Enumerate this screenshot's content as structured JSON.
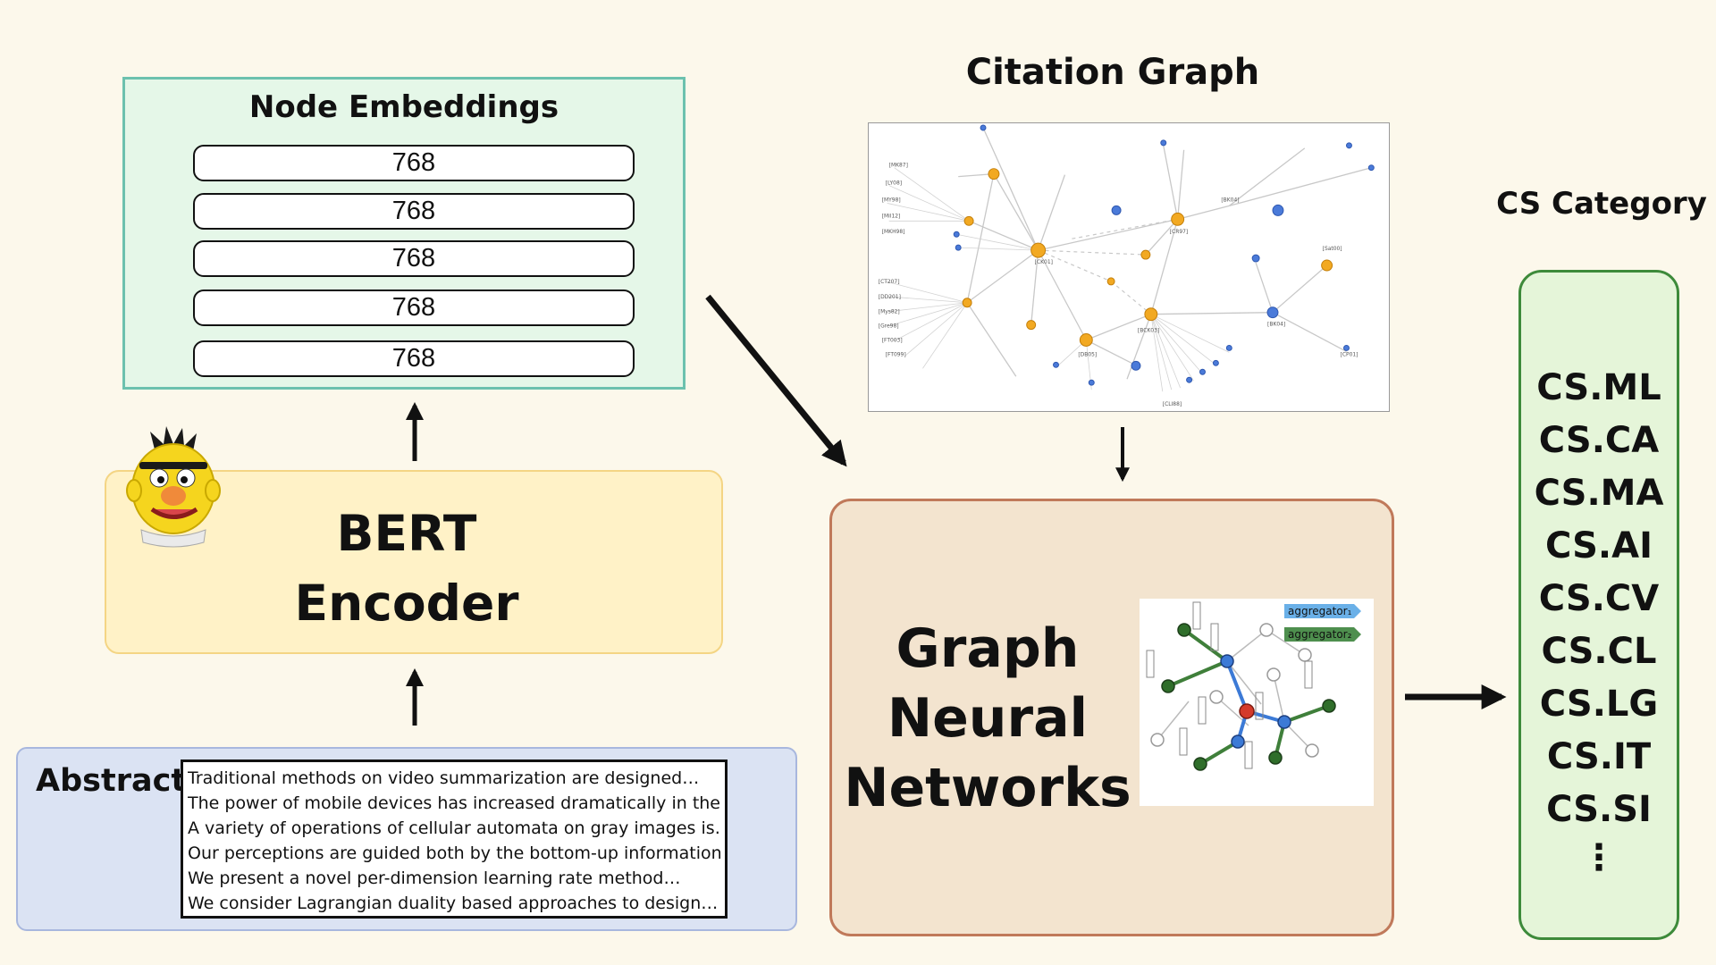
{
  "node_embeddings": {
    "title": "Node Embeddings",
    "rows": [
      "768",
      "768",
      "768",
      "768",
      "768"
    ]
  },
  "bert": {
    "line1": "BERT",
    "line2": "Encoder"
  },
  "abstract": {
    "label": "Abstract",
    "lines": [
      "Traditional methods on video summarization are designed…",
      "The power of mobile devices has increased dramatically in the…",
      "A variety of operations of cellular automata on gray images is…",
      "Our perceptions are guided both by the bottom-up information…",
      "We present a novel per-dimension learning rate method…",
      "We consider Lagrangian duality based approaches to design…"
    ]
  },
  "citation_graph": {
    "title": "Citation Graph"
  },
  "gnn": {
    "line1": "Graph",
    "line2": "Neural",
    "line3": "Networks",
    "aggregator1": "aggregator₁",
    "aggregator2": "aggregator₂"
  },
  "cs_category": {
    "title": "CS Category",
    "items": [
      "CS.ML",
      "CS.CA",
      "CS.MA",
      "CS.AI",
      "CS.CV",
      "CS.CL",
      "CS.LG",
      "CS.IT",
      "CS.SI"
    ],
    "more": "⋮"
  },
  "colors": {
    "emb_fill": "#e5f7e8",
    "emb_border": "#6cc1ae",
    "bert_fill": "#fff2c7",
    "abstract_fill": "#dbe3f3",
    "gnn_fill": "#f3e4cf",
    "gnn_border": "#c0795a",
    "cat_fill": "#e5f5d9",
    "cat_border": "#3d8a3a",
    "node_orange": "#f2a922",
    "node_blue": "#4a7ad9"
  },
  "icons": [
    "bert-mascot-icon",
    "citation-graph-image",
    "gnn-aggregation-illustration"
  ]
}
